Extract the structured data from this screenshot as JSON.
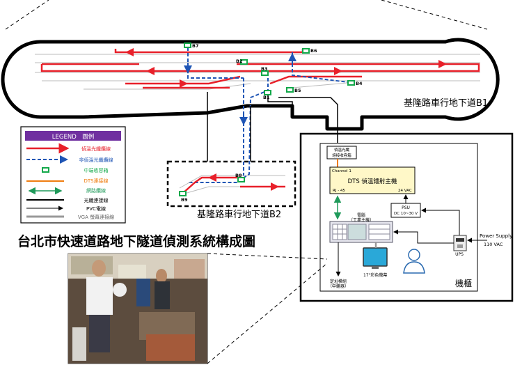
{
  "main_title": "台北市快速道路地下隧道偵測系統構成圖",
  "tunnel_b1_label": "基隆路車行地下道B1",
  "tunnel_b2_label": "基隆路車行地下道B2",
  "nodes": [
    "B7",
    "B6",
    "B2",
    "B3",
    "B4",
    "B5",
    "B8",
    "B1",
    "B9"
  ],
  "legend": {
    "title": "LEGEND　圖例",
    "items": [
      {
        "label": "偵溫光纖纜線",
        "color": "#e8202a"
      },
      {
        "label": "非偵溫光纖纜線",
        "color": "#1f55b5"
      },
      {
        "label": "中端收容箱",
        "color": "#12a84a"
      },
      {
        "label": "DTS連接線",
        "color": "#ef7d10"
      },
      {
        "label": "網路纜線",
        "color": "#1f9a5a"
      },
      {
        "label": "光纖連接線",
        "color": "#000000"
      },
      {
        "label": "PVC電線",
        "color": "#000000"
      },
      {
        "label": "VGA 螢幕連接線",
        "color": "#999999"
      }
    ]
  },
  "cabinet": {
    "label": "機櫃",
    "fiber_box": "偵溫光纖\n熔接收容箱",
    "channel": "Channel 1",
    "dts_host": "DTS 偵溫鐳射主機",
    "rj45": "RJ - 45",
    "vac24": "24 VAC",
    "psu_line1": "PSU",
    "psu_line2": "DC 10~30 V",
    "pc_line1": "電腦",
    "pc_line2": "（工業主機）",
    "monitor": "17\"彩色螢幕",
    "ups": "UPS",
    "alarm_line1": "定址模組",
    "alarm_line2": "（中繼器）",
    "power_supply": "Power Supply",
    "vac110": "110 VAC"
  }
}
